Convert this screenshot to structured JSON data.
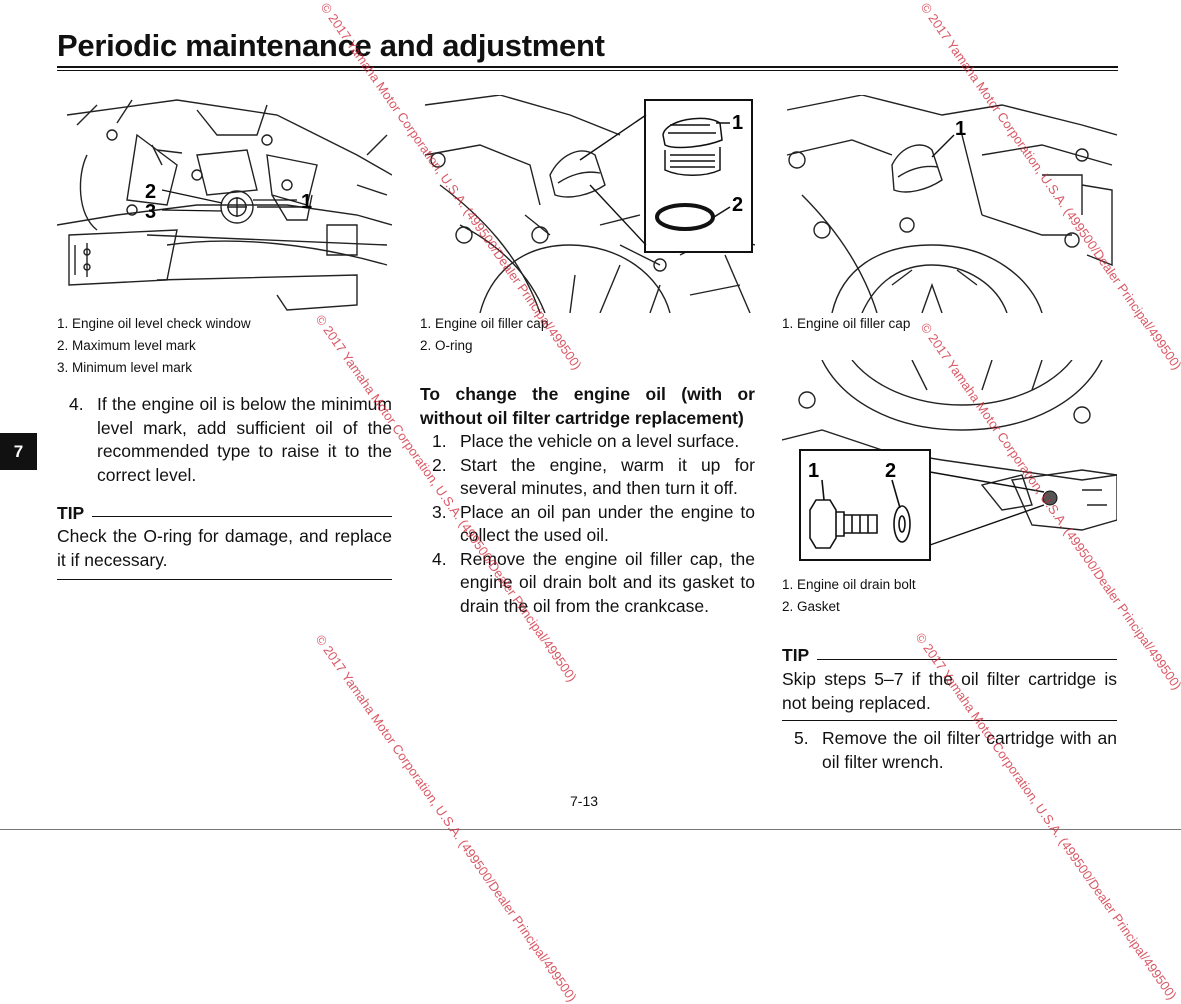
{
  "page_title": "Periodic maintenance and adjustment",
  "chapter_tab": "7",
  "page_number": "7-13",
  "figure1": {
    "callouts": [
      "1",
      "2",
      "3"
    ],
    "captions": [
      "1. Engine oil level check window",
      "2. Maximum level mark",
      "3. Minimum level mark"
    ]
  },
  "figure2": {
    "callouts": [
      "1",
      "2"
    ],
    "captions": [
      "1. Engine oil filler cap",
      "2. O-ring"
    ]
  },
  "figure3": {
    "callouts": [
      "1"
    ],
    "captions": [
      "1. Engine oil filler cap"
    ]
  },
  "figure4": {
    "callouts": [
      "1",
      "2"
    ],
    "captions": [
      "1. Engine oil drain bolt",
      "2. Gasket"
    ]
  },
  "col1": {
    "step4_num": "4.",
    "step4_text": "If the engine oil is below the minimum level mark, add sufficient oil of the recommended type to raise it to the correct level.",
    "tip_label": "TIP",
    "tip_text": "Check the O-ring for damage, and replace it if necessary."
  },
  "col2": {
    "heading": "To change the engine oil (with or without oil filter cartridge replacement)",
    "steps": [
      {
        "num": "1.",
        "text": "Place the vehicle on a level surface."
      },
      {
        "num": "2.",
        "text": "Start the engine, warm it up for several minutes, and then turn it off."
      },
      {
        "num": "3.",
        "text": "Place an oil pan under the engine to collect the used oil."
      },
      {
        "num": "4.",
        "text": "Remove the engine oil filler cap, the engine oil drain bolt and its gasket to drain the oil from the crankcase."
      }
    ]
  },
  "col3": {
    "tip_label": "TIP",
    "tip_text": "Skip steps 5–7 if the oil filter cartridge is not being replaced.",
    "step5_num": "5.",
    "step5_text": "Remove the oil filter cartridge with an oil filter wrench."
  },
  "watermark": "© 2017 Yamaha Motor Corporation, U.S.A. (499500/Dealer Principal/499500)"
}
